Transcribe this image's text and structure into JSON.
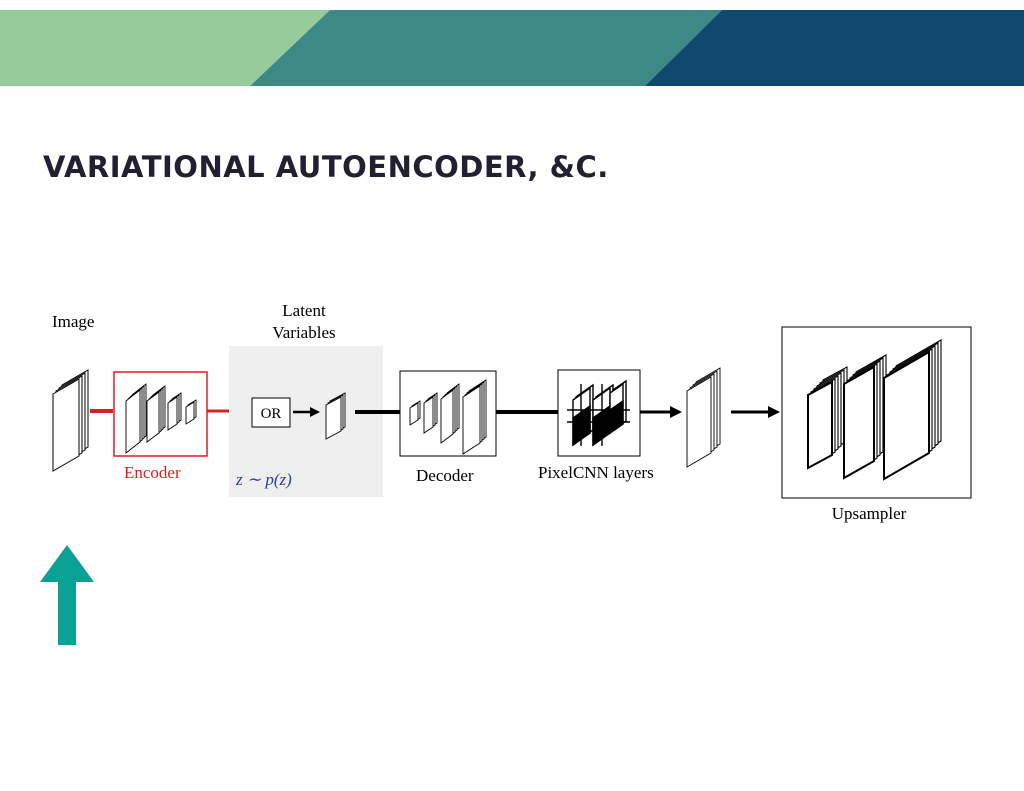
{
  "slide": {
    "title": "VARIATIONAL AUTOENCODER, &C."
  },
  "colors": {
    "banner_light_green": "#96cc9c",
    "banner_teal": "#3d8985",
    "banner_navy": "#0f4a6e",
    "encoder_red": "#d92020",
    "latent_math_blue": "#3040a0",
    "latent_panel_gray": "#efefef",
    "arrow_teal": "#0aa095"
  },
  "diagram": {
    "image_label": "Image",
    "latent_label_line1": "Latent",
    "latent_label_line2": "Variables",
    "or_label": "OR",
    "latent_formula": "z ∼ p(z)",
    "encoder_label": "Encoder",
    "decoder_label": "Decoder",
    "pixelcnn_label": "PixelCNN layers",
    "upsampler_label": "Upsampler"
  },
  "icons": {
    "bottom_arrow": "arrow-up-icon"
  }
}
